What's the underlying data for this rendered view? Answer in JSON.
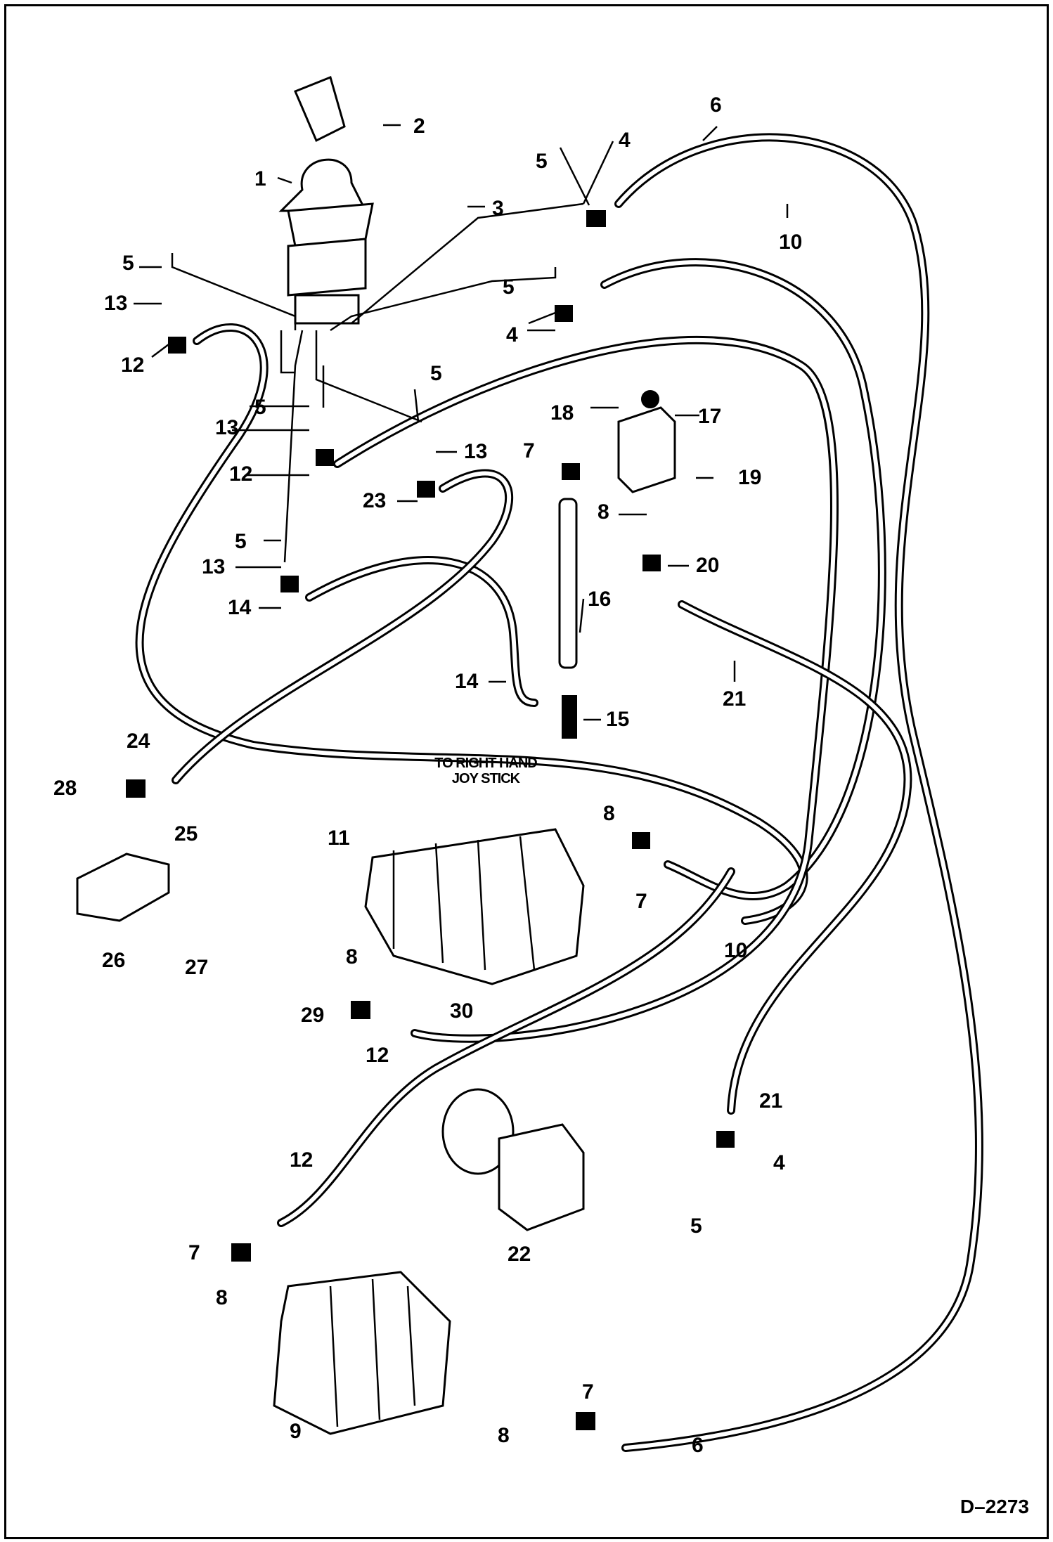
{
  "diagram": {
    "note": "TO RIGHT HAND JOY STICK",
    "drawing_id": "D–2273",
    "callouts": [
      {
        "id": "c1",
        "text": "1"
      },
      {
        "id": "c2",
        "text": "2"
      },
      {
        "id": "c3",
        "text": "3"
      },
      {
        "id": "c4a",
        "text": "4"
      },
      {
        "id": "c4b",
        "text": "4"
      },
      {
        "id": "c4c",
        "text": "4"
      },
      {
        "id": "c5a",
        "text": "5"
      },
      {
        "id": "c5b",
        "text": "5"
      },
      {
        "id": "c5c",
        "text": "5"
      },
      {
        "id": "c5d",
        "text": "5"
      },
      {
        "id": "c5e",
        "text": "5"
      },
      {
        "id": "c5f",
        "text": "5"
      },
      {
        "id": "c5g",
        "text": "5"
      },
      {
        "id": "c6a",
        "text": "6"
      },
      {
        "id": "c6b",
        "text": "6"
      },
      {
        "id": "c7a",
        "text": "7"
      },
      {
        "id": "c7b",
        "text": "7"
      },
      {
        "id": "c7c",
        "text": "7"
      },
      {
        "id": "c7d",
        "text": "7"
      },
      {
        "id": "c8a",
        "text": "8"
      },
      {
        "id": "c8b",
        "text": "8"
      },
      {
        "id": "c8c",
        "text": "8"
      },
      {
        "id": "c8d",
        "text": "8"
      },
      {
        "id": "c8e",
        "text": "8"
      },
      {
        "id": "c9",
        "text": "9"
      },
      {
        "id": "c10a",
        "text": "10"
      },
      {
        "id": "c10b",
        "text": "10"
      },
      {
        "id": "c11",
        "text": "11"
      },
      {
        "id": "c12a",
        "text": "12"
      },
      {
        "id": "c12b",
        "text": "12"
      },
      {
        "id": "c12c",
        "text": "12"
      },
      {
        "id": "c12d",
        "text": "12"
      },
      {
        "id": "c13a",
        "text": "13"
      },
      {
        "id": "c13b",
        "text": "13"
      },
      {
        "id": "c13c",
        "text": "13"
      },
      {
        "id": "c13d",
        "text": "13"
      },
      {
        "id": "c14a",
        "text": "14"
      },
      {
        "id": "c14b",
        "text": "14"
      },
      {
        "id": "c15",
        "text": "15"
      },
      {
        "id": "c16",
        "text": "16"
      },
      {
        "id": "c17",
        "text": "17"
      },
      {
        "id": "c18",
        "text": "18"
      },
      {
        "id": "c19",
        "text": "19"
      },
      {
        "id": "c20",
        "text": "20"
      },
      {
        "id": "c21a",
        "text": "21"
      },
      {
        "id": "c21b",
        "text": "21"
      },
      {
        "id": "c22",
        "text": "22"
      },
      {
        "id": "c23",
        "text": "23"
      },
      {
        "id": "c24",
        "text": "24"
      },
      {
        "id": "c25",
        "text": "25"
      },
      {
        "id": "c26",
        "text": "26"
      },
      {
        "id": "c27",
        "text": "27"
      },
      {
        "id": "c28",
        "text": "28"
      },
      {
        "id": "c29",
        "text": "29"
      },
      {
        "id": "c30",
        "text": "30"
      }
    ]
  }
}
